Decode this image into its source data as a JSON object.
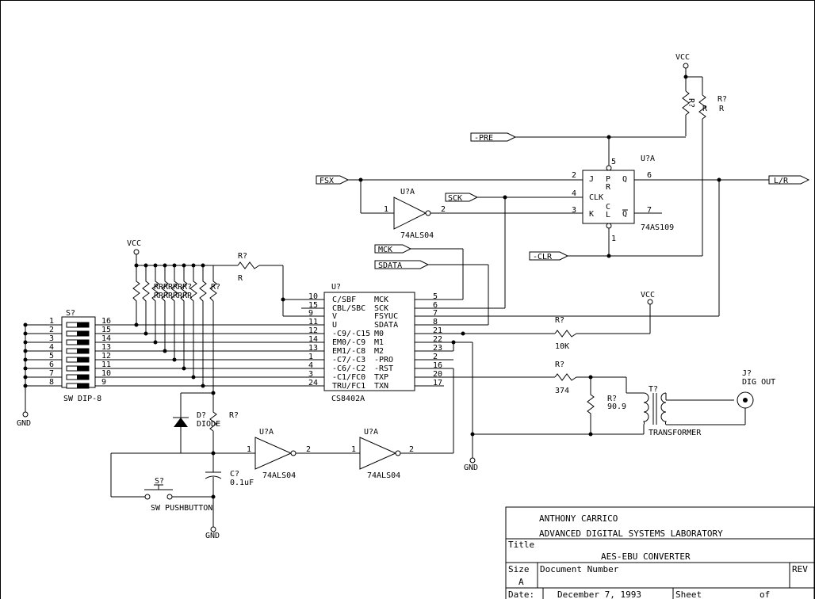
{
  "power": {
    "vcc": "VCC",
    "gnd": "GND"
  },
  "ports": {
    "pre": "-PRE",
    "fsx": "FSX",
    "sck": "SCK",
    "clr": "-CLR",
    "lr": "L/R",
    "mck": "MCK",
    "sdata": "SDATA"
  },
  "flipflop": {
    "ref": "U?A",
    "part": "74AS109",
    "inner": [
      "J",
      "P",
      "R",
      "CLK",
      "K",
      "C",
      "L",
      "Q",
      "Q"
    ],
    "pins": {
      "pre": "5",
      "j": "2",
      "clk": "4",
      "k": "3",
      "clr": "1",
      "q": "6",
      "qn": "7"
    }
  },
  "inverters": [
    {
      "ref": "U?A",
      "part": "74ALS04",
      "pin_in": "1",
      "pin_out": "2"
    },
    {
      "ref": "U?A",
      "part": "74ALS04",
      "pin_in": "1",
      "pin_out": "2"
    },
    {
      "ref": "U?A",
      "part": "74ALS04",
      "pin_in": "1",
      "pin_out": "2"
    }
  ],
  "resistors": {
    "pullup_pair": [
      "R?",
      "R",
      "R?",
      "R"
    ],
    "network_refs": "RRRRRRR?",
    "network_vals": "RRRRRRRR",
    "series_top": {
      "ref": "R?",
      "value": "R"
    },
    "r10k": {
      "ref": "R?",
      "value": "10K"
    },
    "r374": {
      "ref": "R?",
      "value": "374"
    },
    "r909": {
      "ref": "R?",
      "value": "90.9"
    },
    "pb": {
      "ref": "R?"
    }
  },
  "dip": {
    "ref": "S?",
    "name": "SW DIP-8",
    "left_pins": [
      "1",
      "2",
      "3",
      "4",
      "5",
      "6",
      "7",
      "8"
    ],
    "right_pins": [
      "16",
      "15",
      "14",
      "13",
      "12",
      "11",
      "10",
      "9"
    ]
  },
  "cs8402": {
    "ref": "U?",
    "part": "CS8402A",
    "left": [
      {
        "pin": "10",
        "label": "C/SBF"
      },
      {
        "pin": "15",
        "label": "CBL/SBC"
      },
      {
        "pin": "9",
        "label": "V"
      },
      {
        "pin": "11",
        "label": "U"
      },
      {
        "pin": "12",
        "label": "-C9/-C15"
      },
      {
        "pin": "14",
        "label": "EM0/-C9"
      },
      {
        "pin": "13",
        "label": "EM1/-C8"
      },
      {
        "pin": "1",
        "label": "-C7/-C3"
      },
      {
        "pin": "4",
        "label": "-C6/-C2"
      },
      {
        "pin": "3",
        "label": "-C1/FC0"
      },
      {
        "pin": "24",
        "label": "TRU/FC1"
      }
    ],
    "right": [
      {
        "pin": "5",
        "label": "MCK"
      },
      {
        "pin": "6",
        "label": "SCK"
      },
      {
        "pin": "7",
        "label": "FSYUC"
      },
      {
        "pin": "8",
        "label": "SDATA"
      },
      {
        "pin": "21",
        "label": "M0"
      },
      {
        "pin": "22",
        "label": "M1"
      },
      {
        "pin": "23",
        "label": "M2"
      },
      {
        "pin": "2",
        "label": "-PRO"
      },
      {
        "pin": "16",
        "label": "-RST"
      },
      {
        "pin": "20",
        "label": "TXP"
      },
      {
        "pin": "17",
        "label": "TXN"
      }
    ]
  },
  "diode": {
    "ref": "D?",
    "name": "DIODE"
  },
  "capacitor": {
    "ref": "C?",
    "value": "0.1uF"
  },
  "pushbutton": {
    "ref": "S?",
    "name": "SW PUSHBUTTON"
  },
  "transformer": {
    "ref": "T?",
    "name": "TRANSFORMER"
  },
  "connector": {
    "ref": "J?",
    "name": "DIG OUT"
  },
  "title_block": {
    "author": "ANTHONY CARRICO",
    "lab": "ADVANCED DIGITAL SYSTEMS LABORATORY",
    "title_label": "Title",
    "title": "AES-EBU CONVERTER",
    "size_label": "Size",
    "size": "A",
    "docnum_label": "Document Number",
    "rev_label": "REV",
    "date_label": "Date:",
    "date": "December  7, 1993",
    "sheet_label": "Sheet",
    "of_label": "of"
  }
}
